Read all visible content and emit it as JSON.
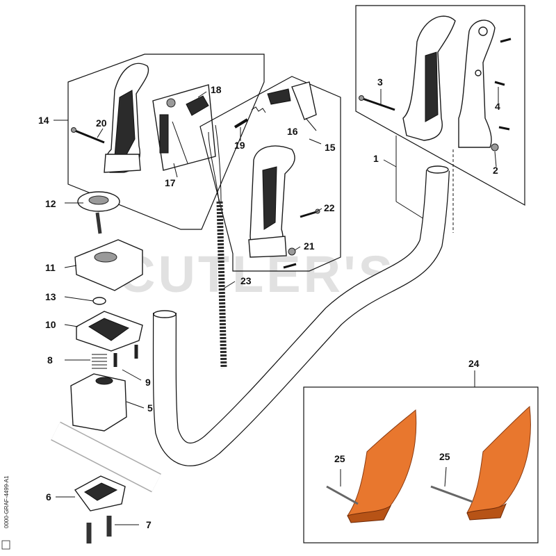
{
  "watermark": "CUTLER'S",
  "diagram_code": "0000-GRAF-4499-A1",
  "callouts": {
    "p1": "1",
    "p2": "2",
    "p3": "3",
    "p4": "4",
    "p5": "5",
    "p6": "6",
    "p7": "7",
    "p8": "8",
    "p9": "9",
    "p10": "10",
    "p11": "11",
    "p12": "12",
    "p13": "13",
    "p14": "14",
    "p15": "15",
    "p16": "16",
    "p17": "17",
    "p18": "18",
    "p19": "19",
    "p20": "20",
    "p21": "21",
    "p22": "22",
    "p23": "23",
    "p24": "24",
    "p25a": "25",
    "p25b": "25"
  },
  "colors": {
    "line": "#111111",
    "guard": "#e8772e",
    "watermark": "#c9c9c9"
  }
}
